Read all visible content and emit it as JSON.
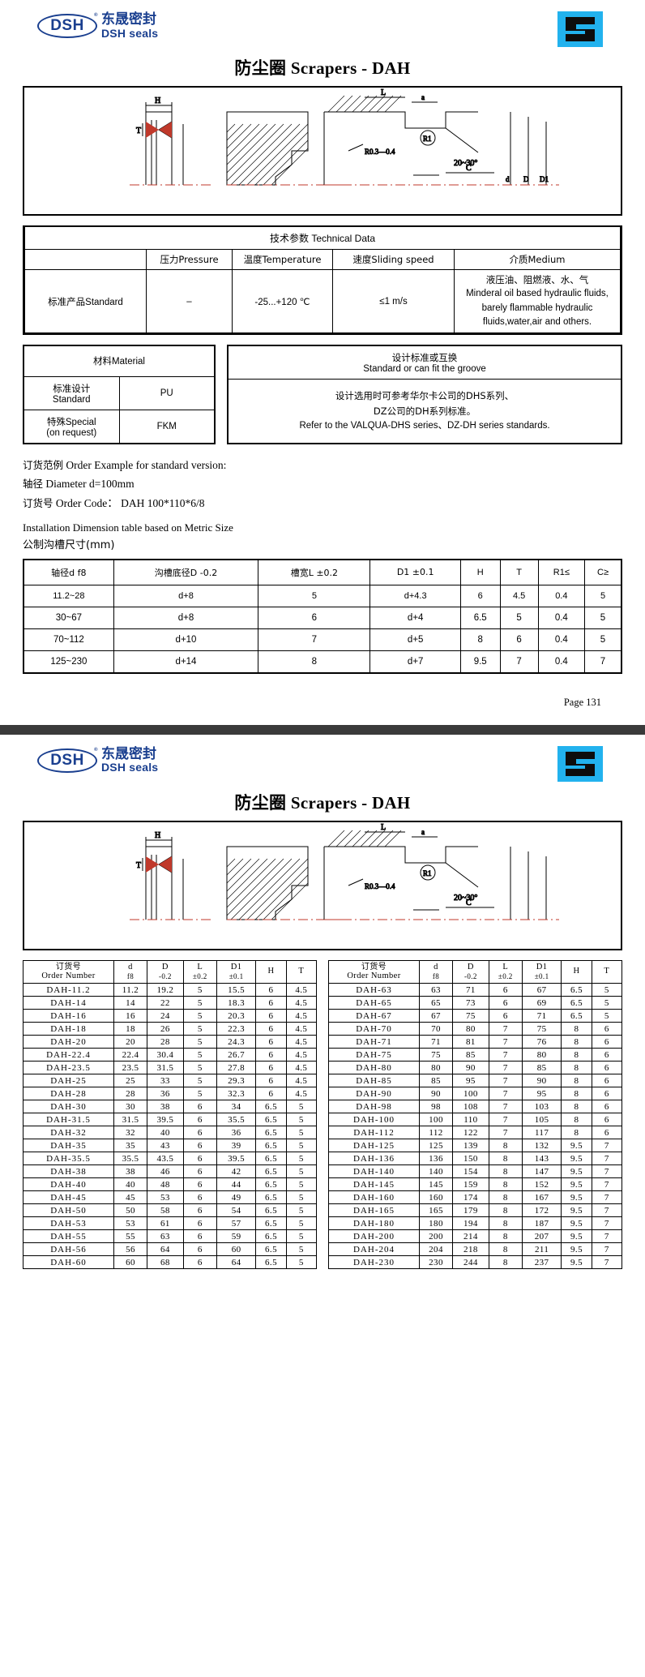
{
  "brand": {
    "logo_mark": "DSH",
    "logo_registered": "®",
    "logo_cn": "东晟密封",
    "logo_en": "DSH seals",
    "product_icon": "scraper-seal-icon",
    "accent_color": "#1a3f8f",
    "icon_bg_color": "#22b2ee"
  },
  "page1": {
    "title_cn": "防尘圈",
    "title_en": "Scrapers - DAH",
    "drawing": {
      "labels": [
        "H",
        "T",
        "L",
        "a",
        "R1",
        "R0.3—0.4",
        "20~30°",
        "C",
        "d",
        "D",
        "D1"
      ]
    },
    "technical_data": {
      "caption_cn": "技术参数",
      "caption_en": "Technical Data",
      "headers": [
        "",
        "压力Pressure",
        "温度Temperature",
        "速度Sliding speed",
        "介质Medium"
      ],
      "row_label_cn": "标准产品",
      "row_label_en": "Standard",
      "pressure": "–",
      "temperature": "-25...+120 ℃",
      "sliding_speed": "≤1 m/s",
      "medium_cn": "液压油、阻燃液、水、气",
      "medium_en_1": "Minderal oil based hydraulic fluids,",
      "medium_en_2": "barely flammable hydraulic",
      "medium_en_3": "fluids,water,air and others."
    },
    "material": {
      "header_cn": "材料",
      "header_en": "Material",
      "rows": [
        {
          "label_cn": "标准设计",
          "label_en": "Standard",
          "value": "PU"
        },
        {
          "label_cn": "特殊",
          "label_en": "Special",
          "label_en2": "(on request)",
          "value": "FKM"
        }
      ]
    },
    "standard_box": {
      "header_cn": "设计标准或互换",
      "header_en": "Standard or can fit the groove",
      "body_cn_1": "设计选用时可参考华尔卡公司的DHS系列、",
      "body_cn_2": "DZ公司的DH系列标准。",
      "body_en": "Refer to the VALQUA-DHS series、DZ-DH series standards."
    },
    "order_example": {
      "line1_cn": "订货范例",
      "line1_en": "Order Example for standard version:",
      "line2_cn": "轴径",
      "line2_en": "Diameter  d=100mm",
      "line3_cn": "订货号",
      "line3_en": "Order Code：   DAH 100*110*6/8"
    },
    "install_note_en": "Installation Dimension table based on Metric Size",
    "install_note_cn": "公制沟槽尺寸(mm)",
    "dimension_table": {
      "headers": [
        "轴径d  f8",
        "沟槽底径D  -0.2",
        "槽宽L  ±0.2",
        "D1  ±0.1",
        "H",
        "T",
        "R1≤",
        "C≥"
      ],
      "rows": [
        [
          "11.2~28",
          "d+8",
          "5",
          "d+4.3",
          "6",
          "4.5",
          "0.4",
          "5"
        ],
        [
          "30~67",
          "d+8",
          "6",
          "d+4",
          "6.5",
          "5",
          "0.4",
          "5"
        ],
        [
          "70~112",
          "d+10",
          "7",
          "d+5",
          "8",
          "6",
          "0.4",
          "5"
        ],
        [
          "125~230",
          "d+14",
          "8",
          "d+7",
          "9.5",
          "7",
          "0.4",
          "7"
        ]
      ]
    },
    "page_number": "Page  131"
  },
  "page2": {
    "title_cn": "防尘圈",
    "title_en": "Scrapers - DAH",
    "order_table": {
      "headers": {
        "order_number_cn": "订货号",
        "order_number_en": "Order Number",
        "d": "d",
        "d_sub": "f8",
        "D": "D",
        "D_sub": "-0.2",
        "L": "L",
        "L_sub": "±0.2",
        "D1": "D1",
        "D1_sub": "±0.1",
        "H": "H",
        "T": "T"
      },
      "left_rows": [
        [
          "DAH-11.2",
          "11.2",
          "19.2",
          "5",
          "15.5",
          "6",
          "4.5"
        ],
        [
          "DAH-14",
          "14",
          "22",
          "5",
          "18.3",
          "6",
          "4.5"
        ],
        [
          "DAH-16",
          "16",
          "24",
          "5",
          "20.3",
          "6",
          "4.5"
        ],
        [
          "DAH-18",
          "18",
          "26",
          "5",
          "22.3",
          "6",
          "4.5"
        ],
        [
          "DAH-20",
          "20",
          "28",
          "5",
          "24.3",
          "6",
          "4.5"
        ],
        [
          "DAH-22.4",
          "22.4",
          "30.4",
          "5",
          "26.7",
          "6",
          "4.5"
        ],
        [
          "DAH-23.5",
          "23.5",
          "31.5",
          "5",
          "27.8",
          "6",
          "4.5"
        ],
        [
          "DAH-25",
          "25",
          "33",
          "5",
          "29.3",
          "6",
          "4.5"
        ],
        [
          "DAH-28",
          "28",
          "36",
          "5",
          "32.3",
          "6",
          "4.5"
        ],
        [
          "DAH-30",
          "30",
          "38",
          "6",
          "34",
          "6.5",
          "5"
        ],
        [
          "DAH-31.5",
          "31.5",
          "39.5",
          "6",
          "35.5",
          "6.5",
          "5"
        ],
        [
          "DAH-32",
          "32",
          "40",
          "6",
          "36",
          "6.5",
          "5"
        ],
        [
          "DAH-35",
          "35",
          "43",
          "6",
          "39",
          "6.5",
          "5"
        ],
        [
          "DAH-35.5",
          "35.5",
          "43.5",
          "6",
          "39.5",
          "6.5",
          "5"
        ],
        [
          "DAH-38",
          "38",
          "46",
          "6",
          "42",
          "6.5",
          "5"
        ],
        [
          "DAH-40",
          "40",
          "48",
          "6",
          "44",
          "6.5",
          "5"
        ],
        [
          "DAH-45",
          "45",
          "53",
          "6",
          "49",
          "6.5",
          "5"
        ],
        [
          "DAH-50",
          "50",
          "58",
          "6",
          "54",
          "6.5",
          "5"
        ],
        [
          "DAH-53",
          "53",
          "61",
          "6",
          "57",
          "6.5",
          "5"
        ],
        [
          "DAH-55",
          "55",
          "63",
          "6",
          "59",
          "6.5",
          "5"
        ],
        [
          "DAH-56",
          "56",
          "64",
          "6",
          "60",
          "6.5",
          "5"
        ],
        [
          "DAH-60",
          "60",
          "68",
          "6",
          "64",
          "6.5",
          "5"
        ]
      ],
      "right_rows": [
        [
          "DAH-63",
          "63",
          "71",
          "6",
          "67",
          "6.5",
          "5"
        ],
        [
          "DAH-65",
          "65",
          "73",
          "6",
          "69",
          "6.5",
          "5"
        ],
        [
          "DAH-67",
          "67",
          "75",
          "6",
          "71",
          "6.5",
          "5"
        ],
        [
          "DAH-70",
          "70",
          "80",
          "7",
          "75",
          "8",
          "6"
        ],
        [
          "DAH-71",
          "71",
          "81",
          "7",
          "76",
          "8",
          "6"
        ],
        [
          "DAH-75",
          "75",
          "85",
          "7",
          "80",
          "8",
          "6"
        ],
        [
          "DAH-80",
          "80",
          "90",
          "7",
          "85",
          "8",
          "6"
        ],
        [
          "DAH-85",
          "85",
          "95",
          "7",
          "90",
          "8",
          "6"
        ],
        [
          "DAH-90",
          "90",
          "100",
          "7",
          "95",
          "8",
          "6"
        ],
        [
          "DAH-98",
          "98",
          "108",
          "7",
          "103",
          "8",
          "6"
        ],
        [
          "DAH-100",
          "100",
          "110",
          "7",
          "105",
          "8",
          "6"
        ],
        [
          "DAH-112",
          "112",
          "122",
          "7",
          "117",
          "8",
          "6"
        ],
        [
          "DAH-125",
          "125",
          "139",
          "8",
          "132",
          "9.5",
          "7"
        ],
        [
          "DAH-136",
          "136",
          "150",
          "8",
          "143",
          "9.5",
          "7"
        ],
        [
          "DAH-140",
          "140",
          "154",
          "8",
          "147",
          "9.5",
          "7"
        ],
        [
          "DAH-145",
          "145",
          "159",
          "8",
          "152",
          "9.5",
          "7"
        ],
        [
          "DAH-160",
          "160",
          "174",
          "8",
          "167",
          "9.5",
          "7"
        ],
        [
          "DAH-165",
          "165",
          "179",
          "8",
          "172",
          "9.5",
          "7"
        ],
        [
          "DAH-180",
          "180",
          "194",
          "8",
          "187",
          "9.5",
          "7"
        ],
        [
          "DAH-200",
          "200",
          "214",
          "8",
          "207",
          "9.5",
          "7"
        ],
        [
          "DAH-204",
          "204",
          "218",
          "8",
          "211",
          "9.5",
          "7"
        ],
        [
          "DAH-230",
          "230",
          "244",
          "8",
          "237",
          "9.5",
          "7"
        ]
      ]
    }
  }
}
